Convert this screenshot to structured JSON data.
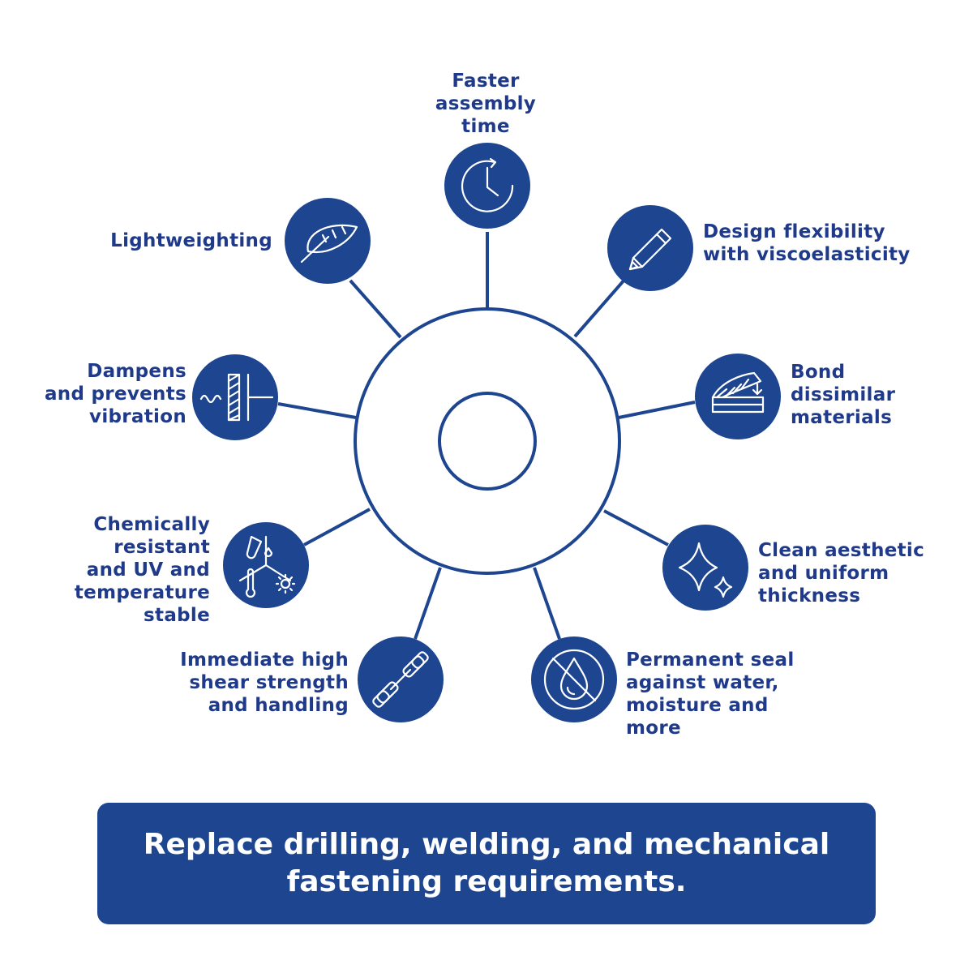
{
  "colors": {
    "accent": "#1d4590",
    "text": "#1f3a8a",
    "background": "#ffffff"
  },
  "benefits": [
    {
      "icon": "clock-icon",
      "lines": [
        "Faster",
        "assembly",
        "time"
      ]
    },
    {
      "icon": "pencil-icon",
      "lines": [
        "Design flexibility",
        "with viscoelasticity"
      ]
    },
    {
      "icon": "bond-layers-icon",
      "lines": [
        "Bond",
        "dissimilar",
        "materials"
      ]
    },
    {
      "icon": "sparkle-icon",
      "lines": [
        "Clean aesthetic",
        "and uniform",
        "thickness"
      ]
    },
    {
      "icon": "no-water-drop-icon",
      "lines": [
        "Permanent seal",
        "against water,",
        "moisture and",
        "more"
      ]
    },
    {
      "icon": "dumbbell-icon",
      "lines": [
        "Immediate high",
        "shear strength",
        "and handling"
      ]
    },
    {
      "icon": "chemical-uv-temperature-icon",
      "lines": [
        "Chemically",
        "resistant",
        "and UV and",
        "temperature",
        "stable"
      ]
    },
    {
      "icon": "vibration-damper-icon",
      "lines": [
        "Dampens",
        "and prevents",
        "vibration"
      ]
    },
    {
      "icon": "feather-icon",
      "lines": [
        "Lightweighting"
      ]
    }
  ],
  "banner": {
    "lines": [
      "Replace drilling, welding, and mechanical",
      "fastening requirements."
    ]
  }
}
